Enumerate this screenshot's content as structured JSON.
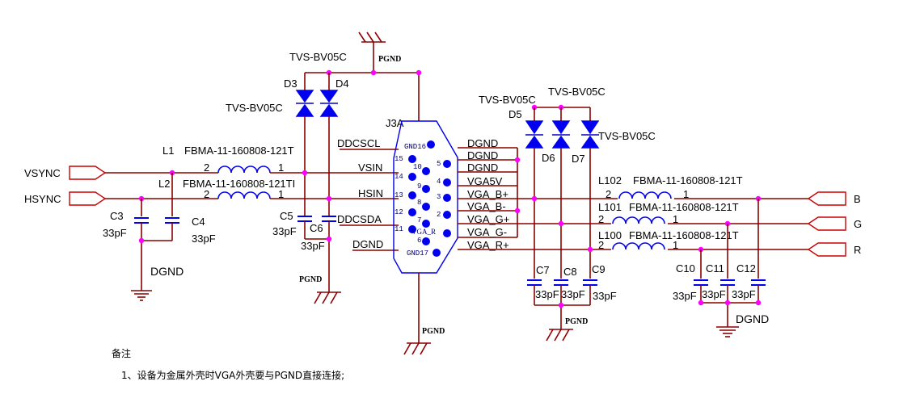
{
  "signals": {
    "vsync": "VSYNC",
    "hsync": "HSYNC",
    "b": "B",
    "g": "G",
    "r": "R"
  },
  "inductors": {
    "l1": {
      "ref": "L1",
      "value": "FBMA-11-160808-121T"
    },
    "l2": {
      "ref": "L2",
      "value": "FBMA-11-160808-121TI"
    },
    "l102": {
      "ref": "L102",
      "value": "FBMA-11-160808-121T"
    },
    "l101": {
      "ref": "L101",
      "value": "FBMA-11-160808-121T"
    },
    "l100": {
      "ref": "L100",
      "value": "FBMA-11-160808-121T"
    },
    "pin1": "1",
    "pin2": "2"
  },
  "diodes": {
    "d3": "D3",
    "d4": "D4",
    "d5": "D5",
    "d6": "D6",
    "d7": "D7",
    "part": "TVS-BV05C"
  },
  "capacitors": {
    "c3": "C3",
    "c4": "C4",
    "c5": "C5",
    "c6": "C6",
    "c7": "C7",
    "c8": "C8",
    "c9": "C9",
    "c10": "C10",
    "c11": "C11",
    "c12": "C12",
    "value": "33pF"
  },
  "grounds": {
    "pgnd": "PGND",
    "dgnd": "DGND"
  },
  "connector": {
    "ref": "J3A",
    "inner_label": "VGA_R",
    "pins": [
      "GND16",
      "15",
      "14",
      "13",
      "12",
      "11",
      "GND17",
      "10",
      "9",
      "8",
      "7",
      "6",
      "5",
      "4",
      "3",
      "2"
    ],
    "left_nets": [
      "DDCSCL",
      "VSIN",
      "HSIN",
      "DDCSDA",
      "DGND"
    ],
    "right_nets": [
      "DGND",
      "DGND",
      "DGND",
      "VGA5V",
      "VGA_B+",
      "VGA_B-",
      "VGA_G+",
      "VGA_G-",
      "VGA_R+"
    ]
  },
  "notes": {
    "heading": "备注",
    "line1": "1、设备为金属外壳时VGA外壳要与PGND直接连接;"
  }
}
